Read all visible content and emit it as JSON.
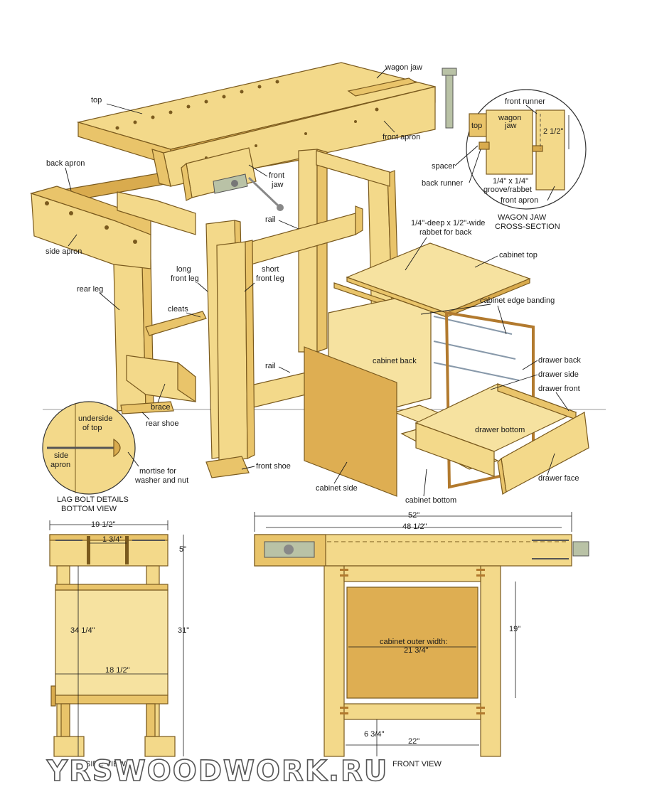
{
  "exploded_view": {
    "labels": {
      "top": "top",
      "wagon_jaw": "wagon jaw",
      "front_apron": "front apron",
      "back_apron": "back apron",
      "front_jaw": "front\njaw",
      "rail_upper": "rail",
      "rail_lower": "rail",
      "side_apron": "side apron",
      "rear_leg": "rear leg",
      "long_front_leg": "long\nfront leg",
      "short_front_leg": "short\nfront leg",
      "cleats": "cleats",
      "brace": "brace",
      "rear_shoe": "rear shoe",
      "front_shoe": "front shoe",
      "rabbet_note": "1/4\"-deep x 1/2\"-wide\nrabbet for back",
      "cabinet_top": "cabinet top",
      "cabinet_edge_banding": "cabinet edge banding",
      "cabinet_back": "cabinet back",
      "drawer_back": "drawer back",
      "drawer_side": "drawer side",
      "drawer_front": "drawer front",
      "drawer_bottom": "drawer bottom",
      "drawer_face": "drawer face",
      "cabinet_side": "cabinet side",
      "cabinet_bottom": "cabinet bottom"
    }
  },
  "wagon_jaw_detail": {
    "caption": "WAGON JAW\nCROSS-SECTION",
    "labels": {
      "front_runner": "front runner",
      "wagon_jaw": "wagon\njaw",
      "top": "top",
      "dim_height": "2 1/2\"",
      "spacer": "spacer",
      "back_runner": "back runner",
      "groove": "1/4\" x 1/4\"\ngroove/rabbet",
      "front_apron": "front apron"
    }
  },
  "lag_bolt_detail": {
    "caption": "LAG BOLT DETAILS\nBOTTOM VIEW",
    "labels": {
      "underside": "underside\nof top",
      "side_apron": "side\napron",
      "mortise": "mortise for\nwasher and nut"
    }
  },
  "side_view": {
    "caption": "SIDE VIEW",
    "dims": {
      "width_top": "19 1/2\"",
      "apron_gap": "1 3/4\"",
      "apron_height": "5\"",
      "height_to_shoe": "34 1/4\"",
      "height_total": "31\"",
      "inner_width": "18 1/2\""
    }
  },
  "front_view": {
    "caption": "FRONT VIEW",
    "dims": {
      "overall_length": "52\"",
      "inner_length": "48 1/2\"",
      "cabinet_height": "19\"",
      "cabinet_width_label": "cabinet outer width:",
      "cabinet_width": "21 3/4\"",
      "rail_height": "6 3/4\"",
      "leg_spacing": "22\""
    }
  },
  "watermark": "YRSWOODWORK.RU"
}
